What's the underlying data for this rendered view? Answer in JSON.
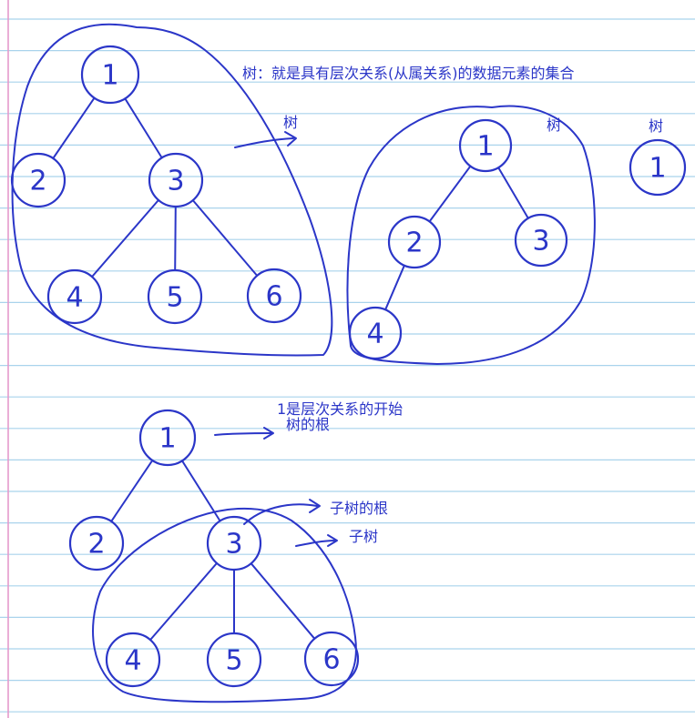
{
  "annotations": {
    "definition": "树：就是具有层次关系(从属关系)的数据元素的集合",
    "tree_label_arrow": "树",
    "tree_label_second": "树",
    "tree_label_single": "树",
    "root_line1": "1是层次关系的开始",
    "root_line2": "树的根",
    "subtree_root": "子树的根",
    "subtree": "子树"
  },
  "trees": {
    "tree_a": {
      "nodes": [
        {
          "id": "a1",
          "label": "1"
        },
        {
          "id": "a2",
          "label": "2"
        },
        {
          "id": "a3",
          "label": "3"
        },
        {
          "id": "a4",
          "label": "4"
        },
        {
          "id": "a5",
          "label": "5"
        },
        {
          "id": "a6",
          "label": "6"
        }
      ],
      "edges": [
        [
          "a1",
          "a2"
        ],
        [
          "a1",
          "a3"
        ],
        [
          "a3",
          "a4"
        ],
        [
          "a3",
          "a5"
        ],
        [
          "a3",
          "a6"
        ]
      ]
    },
    "tree_b": {
      "nodes": [
        {
          "id": "b1",
          "label": "1"
        },
        {
          "id": "b2",
          "label": "2"
        },
        {
          "id": "b3",
          "label": "3"
        },
        {
          "id": "b4",
          "label": "4"
        }
      ],
      "edges": [
        [
          "b1",
          "b2"
        ],
        [
          "b1",
          "b3"
        ],
        [
          "b2",
          "b4"
        ]
      ]
    },
    "tree_c": {
      "nodes": [
        {
          "id": "c1",
          "label": "1"
        }
      ],
      "edges": []
    },
    "tree_d": {
      "nodes": [
        {
          "id": "d1",
          "label": "1"
        },
        {
          "id": "d2",
          "label": "2"
        },
        {
          "id": "d3",
          "label": "3"
        },
        {
          "id": "d4",
          "label": "4"
        },
        {
          "id": "d5",
          "label": "5"
        },
        {
          "id": "d6",
          "label": "6"
        }
      ],
      "edges": [
        [
          "d1",
          "d2"
        ],
        [
          "d1",
          "d3"
        ],
        [
          "d3",
          "d4"
        ],
        [
          "d3",
          "d5"
        ],
        [
          "d3",
          "d6"
        ]
      ]
    }
  },
  "colors": {
    "ink": "#2b36c8",
    "rule_line": "#a9d3ec",
    "margin_line": "#e59acc",
    "paper": "#ffffff"
  }
}
